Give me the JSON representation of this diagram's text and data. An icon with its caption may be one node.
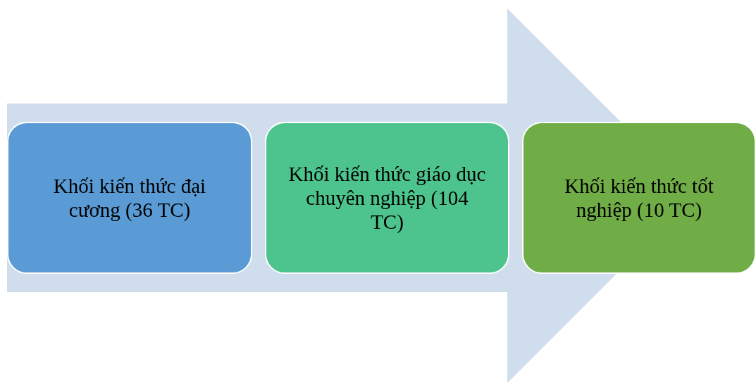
{
  "diagram": {
    "nodes": [
      {
        "text": [
          "Khối kiến thức đại cương (36 TC)"
        ]
      },
      {
        "text": [
          "Khối kiến thức giáo dục chuyên nghiệp (104 TC)"
        ]
      },
      {
        "text": [
          "Khối kiến thức tốt nghiệp (10 TC)"
        ]
      }
    ],
    "edges": [
      {
        "from": 0,
        "to": 2,
        "arrow": "to"
      }
    ]
  }
}
